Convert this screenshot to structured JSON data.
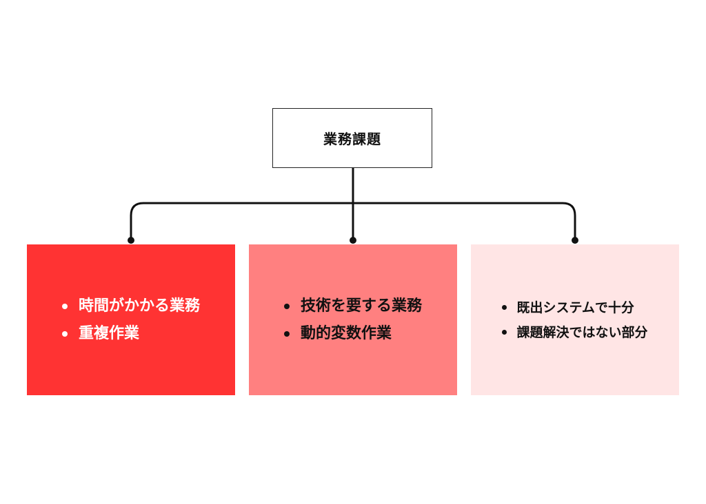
{
  "root": {
    "title": "業務課題"
  },
  "children": [
    {
      "bg": "#ff3333",
      "text_color": "#ffffff",
      "items": [
        "時間がかかる業務",
        "重複作業"
      ]
    },
    {
      "bg": "#ff8080",
      "text_color": "#111111",
      "items": [
        "技術を要する業務",
        "動的変数作業"
      ]
    },
    {
      "bg": "#ffe5e5",
      "text_color": "#111111",
      "items": [
        "既出システムで十分",
        "課題解決ではない部分"
      ]
    }
  ],
  "connector_color": "#111111"
}
